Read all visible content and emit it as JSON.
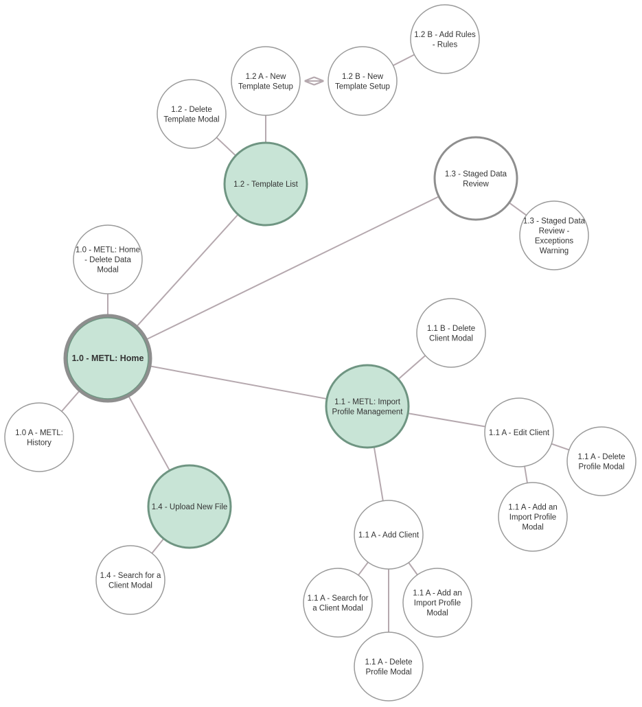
{
  "colors": {
    "edge": "#b5a8ae",
    "green_fill": "#c8e4d6",
    "green_stroke": "#6f9582",
    "outer_ring": "#8e8e8e",
    "node_stroke": "#9a9a9a",
    "text": "#333333"
  },
  "nodes": [
    {
      "id": "home",
      "lines": [
        "1.0 - METL: Home"
      ],
      "style": "primary"
    },
    {
      "id": "home_delete",
      "lines": [
        "1.0 - METL: Home",
        "- Delete Data",
        "Modal"
      ],
      "style": "plain"
    },
    {
      "id": "home_history",
      "lines": [
        "1.0 A - METL:",
        "History"
      ],
      "style": "plain"
    },
    {
      "id": "upload",
      "lines": [
        "1.4 - Upload New File"
      ],
      "style": "green"
    },
    {
      "id": "upload_search",
      "lines": [
        "1.4 - Search for a",
        "Client Modal"
      ],
      "style": "plain"
    },
    {
      "id": "template_list",
      "lines": [
        "1.2 - Template List"
      ],
      "style": "green"
    },
    {
      "id": "template_delete",
      "lines": [
        "1.2 - Delete",
        "Template Modal"
      ],
      "style": "plain"
    },
    {
      "id": "template_a",
      "lines": [
        "1.2 A - New",
        "Template Setup"
      ],
      "style": "plain"
    },
    {
      "id": "template_b",
      "lines": [
        "1.2 B - New",
        "Template Setup"
      ],
      "style": "plain"
    },
    {
      "id": "template_rules",
      "lines": [
        "1.2 B - Add Rules",
        "- Rules"
      ],
      "style": "plain"
    },
    {
      "id": "staged",
      "lines": [
        "1.3 - Staged Data",
        "Review"
      ],
      "style": "thick"
    },
    {
      "id": "staged_exceptions",
      "lines": [
        "1.3 - Staged Data",
        "Review -",
        "Exceptions",
        "Warning"
      ],
      "style": "plain"
    },
    {
      "id": "import",
      "lines": [
        "1.1 - METL: Import",
        "Profile Management"
      ],
      "style": "green"
    },
    {
      "id": "delete_client",
      "lines": [
        "1.1 B - Delete",
        "Client Modal"
      ],
      "style": "plain"
    },
    {
      "id": "edit_client",
      "lines": [
        "1.1 A - Edit Client"
      ],
      "style": "plain"
    },
    {
      "id": "edit_delete_profile",
      "lines": [
        "1.1 A - Delete",
        "Profile Modal"
      ],
      "style": "plain"
    },
    {
      "id": "edit_add_import",
      "lines": [
        "1.1 A - Add an",
        "Import Profile",
        "Modal"
      ],
      "style": "plain"
    },
    {
      "id": "add_client",
      "lines": [
        "1.1 A - Add Client"
      ],
      "style": "plain"
    },
    {
      "id": "add_search",
      "lines": [
        "1.1 A - Search for",
        "a Client Modal"
      ],
      "style": "plain"
    },
    {
      "id": "add_add_import",
      "lines": [
        "1.1 A - Add an",
        "Import Profile",
        "Modal"
      ],
      "style": "plain"
    },
    {
      "id": "add_delete_profile",
      "lines": [
        "1.1 A - Delete",
        "Profile Modal"
      ],
      "style": "plain"
    }
  ],
  "edges": [
    {
      "from": "home",
      "to": "home_delete"
    },
    {
      "from": "home",
      "to": "home_history"
    },
    {
      "from": "home",
      "to": "upload"
    },
    {
      "from": "home",
      "to": "template_list"
    },
    {
      "from": "home",
      "to": "staged"
    },
    {
      "from": "home",
      "to": "import"
    },
    {
      "from": "upload",
      "to": "upload_search"
    },
    {
      "from": "template_list",
      "to": "template_delete"
    },
    {
      "from": "template_list",
      "to": "template_a"
    },
    {
      "from": "template_a",
      "to": "template_b",
      "arrow": "both"
    },
    {
      "from": "template_b",
      "to": "template_rules"
    },
    {
      "from": "staged",
      "to": "staged_exceptions"
    },
    {
      "from": "import",
      "to": "delete_client"
    },
    {
      "from": "import",
      "to": "edit_client"
    },
    {
      "from": "import",
      "to": "add_client"
    },
    {
      "from": "edit_client",
      "to": "edit_delete_profile"
    },
    {
      "from": "edit_client",
      "to": "edit_add_import"
    },
    {
      "from": "add_client",
      "to": "add_search"
    },
    {
      "from": "add_client",
      "to": "add_add_import"
    },
    {
      "from": "add_client",
      "to": "add_delete_profile"
    }
  ]
}
